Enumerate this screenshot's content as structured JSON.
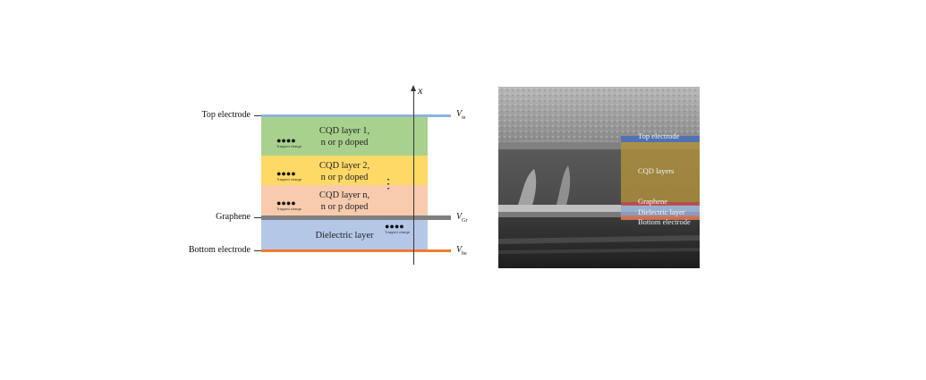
{
  "diagram": {
    "axis_label": "x",
    "left_labels": {
      "top_electrode": "Top electrode",
      "graphene": "Graphene",
      "bottom_electrode": "Bottom electrode"
    },
    "layers": [
      {
        "line1": "CQD layer 1,",
        "line2": "n or p doped",
        "color": "#a9d18e"
      },
      {
        "line1": "CQD layer 2,",
        "line2": "n or p doped",
        "color": "#ffd966"
      },
      {
        "line1": "CQD layer n,",
        "line2": "n or p doped",
        "color": "#f4b183"
      },
      {
        "line1": "Dielectric layer",
        "line2": "",
        "color": "#b4c7e7"
      }
    ],
    "trapped_charge_label": "Trapped charge",
    "voltages": {
      "top": {
        "base": "V",
        "sub": "te"
      },
      "graphene": {
        "base": "V",
        "sub": "Gr"
      },
      "bottom": {
        "base": "V",
        "sub": "be"
      }
    },
    "ellipsis": "⋮",
    "line_colors": {
      "top": "#8fb3d9",
      "graphene": "#7f7f7f",
      "bottom": "#ed7d31"
    }
  },
  "micrograph": {
    "labels": {
      "top_electrode": "Top electrode",
      "cqd_layers": "CQD layers",
      "graphene": "Graphene",
      "dielectric_layer": "Dielectric layer",
      "bottom_electrode": "Bottom electrode"
    },
    "overlay_colors": {
      "top_electrode": "#4a6fb5",
      "cqd_layers": "#b8953a",
      "graphene": "#c0504d",
      "dielectric_layer": "#8ea9d4",
      "bottom_electrode": "#d9775a"
    }
  }
}
